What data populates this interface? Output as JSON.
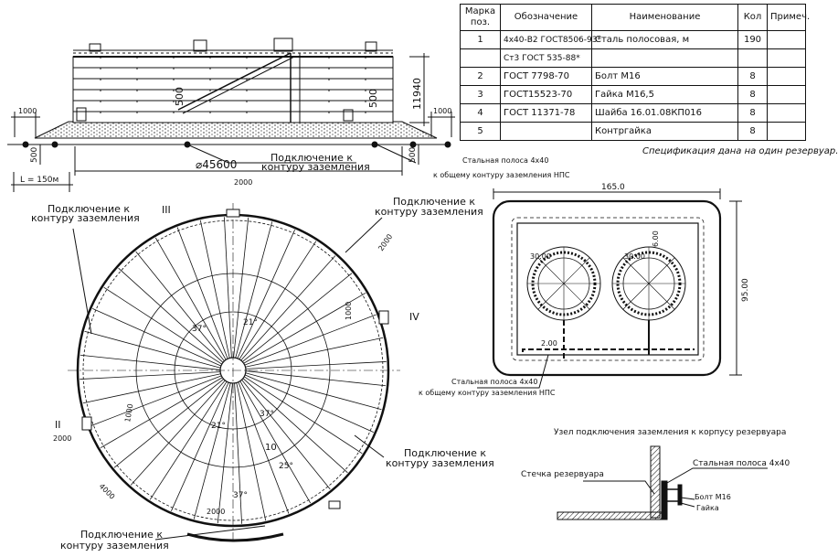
{
  "spec_table": {
    "headers": [
      "Марка поз.",
      "Обозначение",
      "Наименование",
      "Кол",
      "Примеч."
    ],
    "rows": [
      {
        "pos": "1",
        "designation": "4х40-В2 ГОСТ8506-93*",
        "name": "Сталь полосовая, м",
        "qty": "190",
        "note": ""
      },
      {
        "pos": "",
        "designation": "Ст3 ГОСТ 535-88*",
        "name": "",
        "qty": "",
        "note": ""
      },
      {
        "pos": "2",
        "designation": "ГОСТ 7798-70",
        "name": "Болт М16",
        "qty": "8",
        "note": ""
      },
      {
        "pos": "3",
        "designation": "ГОСТ15523-70",
        "name": "Гайка М16,5",
        "qty": "8",
        "note": ""
      },
      {
        "pos": "4",
        "designation": "ГОСТ 11371-78",
        "name": "Шайба 16.01.08КП016",
        "qty": "8",
        "note": ""
      },
      {
        "pos": "5",
        "designation": "",
        "name": "Контргайка",
        "qty": "8",
        "note": ""
      }
    ],
    "footnote": "Спецификация дана на один резервуар."
  },
  "elevation": {
    "dim_1000_left": "1000",
    "dim_1000_right": "1000",
    "dim_500_left": "500",
    "dim_500_right": "500",
    "dim_500_inner_left": "500",
    "dim_500_inner_right": "500",
    "height": "11940",
    "diameter": "⌀45600",
    "length": "L = 150м",
    "conn_line1": "Подключение к",
    "conn_line2": "контуру заземления",
    "strip_line1": "Стальная полоса 4х40",
    "strip_line2": "к общему контуру заземления НПС"
  },
  "plan": {
    "dim_2000_top": "2000",
    "dim_2000_right": "2000",
    "dim_2000_left": "2000",
    "dim_2000_bottom": "2000",
    "dim_4000": "4000",
    "dim_1000_right": "1000",
    "dim_1000_left": "1000",
    "angle_37_a": "37°",
    "angle_21_a": "21°",
    "angle_21_b": "21°",
    "angle_37_b": "37°",
    "angle_25": "25°",
    "angle_37_c": "37°",
    "mark_10": "10",
    "roman_3": "III",
    "roman_4": "IV",
    "roman_2": "II",
    "conn_tl_1": "Подключение к",
    "conn_tl_2": "контуру заземления",
    "conn_tr_1": "Подключение к",
    "conn_tr_2": "контуру заземления",
    "conn_br_1": "Подключение к",
    "conn_br_2": "контуру заземления",
    "conn_bl_1": "Подключение к",
    "conn_bl_2": "контуру заземления"
  },
  "pit": {
    "width": "165.0",
    "height": "95.00",
    "d_left": "30.00",
    "d_mid": "30.00",
    "d_top": "6.00",
    "dim_2": "2.00",
    "strip_line1": "Стальная полоса 4х40",
    "strip_line2": "к общему контуру заземления НПС"
  },
  "node": {
    "title": "Узел подключения заземления к корпусу резервуара",
    "wall": "Стечка резервуара",
    "strip": "Стальная полоса 4х40",
    "bolt": "Болт М16",
    "nut": "Гайка"
  }
}
